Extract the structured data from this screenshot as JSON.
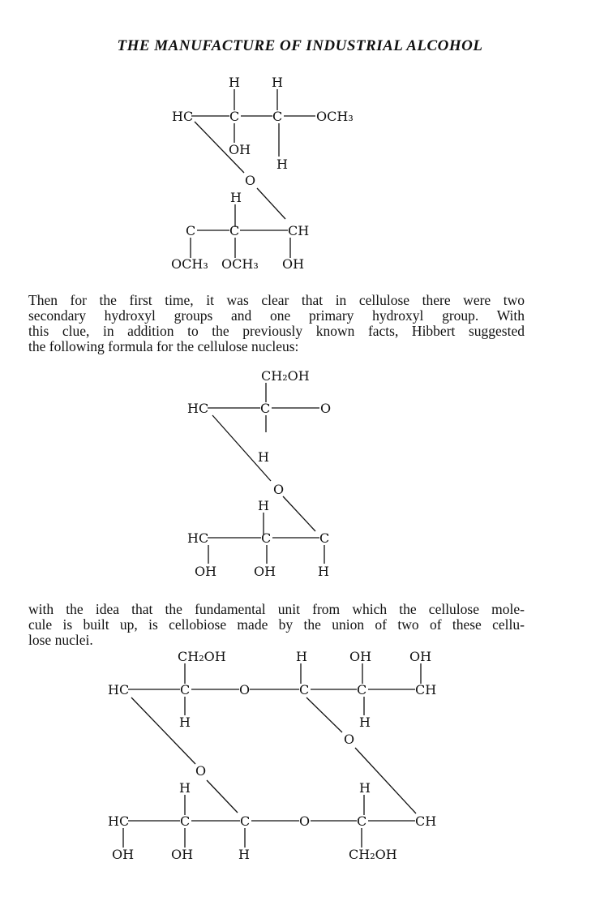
{
  "header": {
    "title": "THE MANUFACTURE OF INDUSTRIAL ALCOHOL"
  },
  "paragraph1": {
    "lines": [
      "Then for the first time, it was clear that in cellulose there were two",
      "secondary hydroxyl groups and one primary hydroxyl group.  With",
      "this clue, in addition to the previously known facts, Hibbert suggested",
      "the following formula for the cellulose nucleus:"
    ]
  },
  "paragraph2": {
    "lines": [
      "with the idea that the fundamental unit from which the cellulose mole-",
      "cule is built up, is cellobiose made by the union of two of these cellu-",
      "lose nuclei."
    ]
  },
  "formula1": {
    "H": "H",
    "HC": "HC",
    "C": "C",
    "OCH3": "OCH₃",
    "OH": "OH",
    "O": "O",
    "CH": "CH"
  },
  "formula2": {
    "CH2OH": "CH₂OH",
    "HC": "HC",
    "C": "C",
    "O": "O",
    "H": "H",
    "OH": "OH"
  },
  "formula3": {
    "CH2OH": "CH₂OH",
    "H": "H",
    "OH": "OH",
    "HC": "HC",
    "C": "C",
    "O": "O",
    "CH": "CH"
  }
}
